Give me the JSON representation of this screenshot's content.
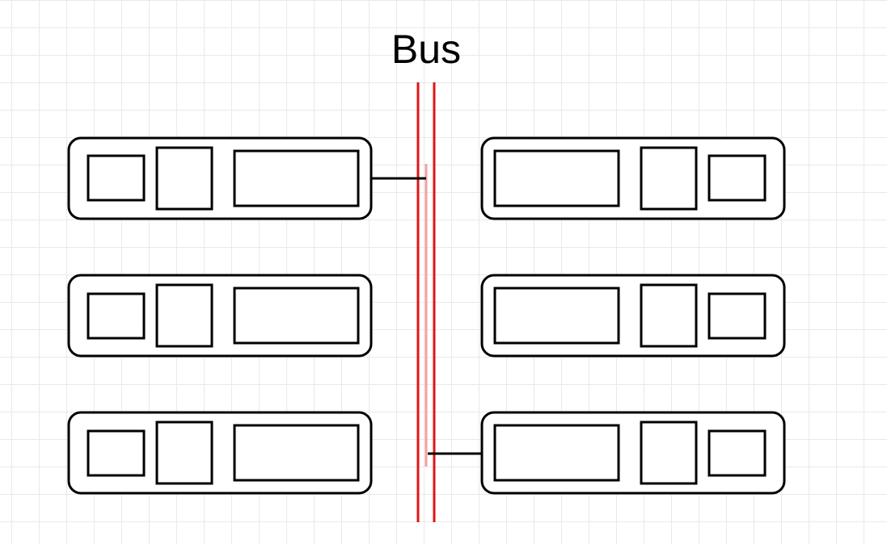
{
  "diagram": {
    "bus_label": "Bus",
    "colors": {
      "background": "#ffffff",
      "grid": "#e9e9e9",
      "bus_line": "#e01515",
      "bus_highlight": "#f4a0a0",
      "outline": "#000000"
    },
    "devices": {
      "left": [
        {
          "id": "left-1",
          "connected_to_bus": true
        },
        {
          "id": "left-2",
          "connected_to_bus": false
        },
        {
          "id": "left-3",
          "connected_to_bus": false
        }
      ],
      "right": [
        {
          "id": "right-1",
          "connected_to_bus": false
        },
        {
          "id": "right-2",
          "connected_to_bus": false
        },
        {
          "id": "right-3",
          "connected_to_bus": true
        }
      ]
    }
  }
}
